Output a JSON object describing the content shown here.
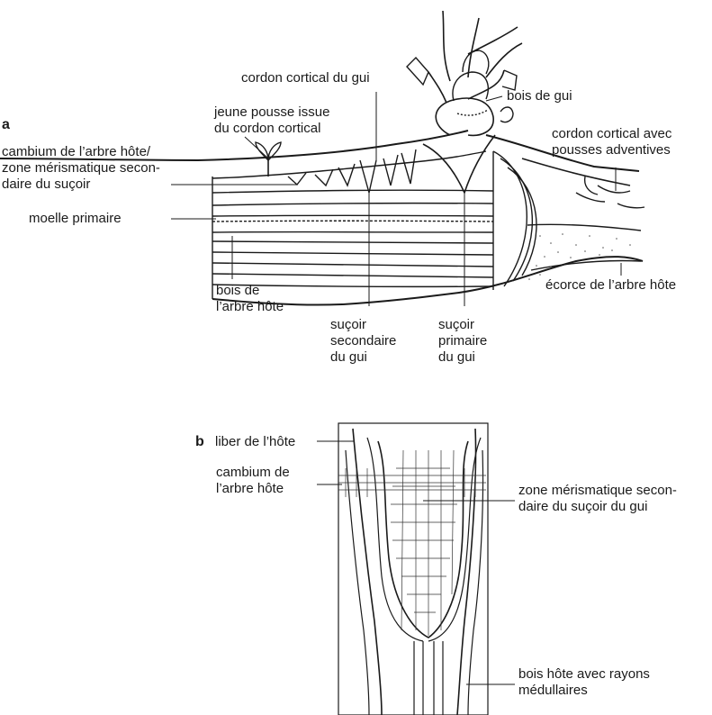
{
  "panel_a": {
    "letter": "a",
    "labels": {
      "cordon_cortical": "cordon cortical du gui",
      "jeune_pousse": "jeune pousse issue\ndu cordon cortical",
      "cambium_hote": "cambium de l’arbre hôte/\nzone mérismatique secon-\ndaire du suçoir",
      "moelle": "moelle primaire",
      "bois_arbre": "bois de\nl’arbre hôte",
      "sucoir_secondaire": "suçoir\nsecondaire\ndu gui",
      "sucoir_primaire": "suçoir\nprimaire\ndu gui",
      "bois_gui": "bois de gui",
      "cordon_pousses": "cordon cortical avec\npousses adventives",
      "ecorce": "écorce de l’arbre hôte"
    }
  },
  "panel_b": {
    "letter": "b",
    "labels": {
      "liber": "liber de l’hôte",
      "cambium": "cambium de\nl’arbre hôte",
      "zone_meristematique": "zone mérismatique secon-\ndaire du suçoir du gui",
      "bois_hote": "bois hôte avec rayons\nmédullaires"
    }
  }
}
